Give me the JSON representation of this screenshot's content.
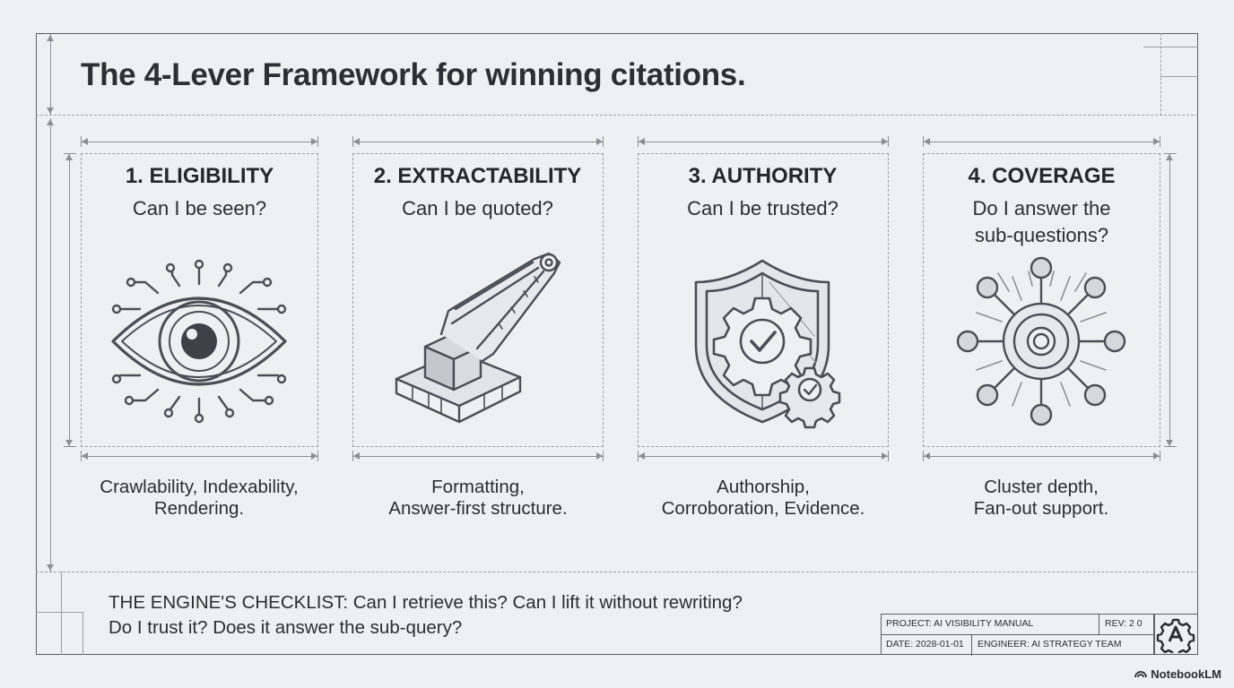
{
  "title": "The 4-Lever Framework for winning citations.",
  "levers": [
    {
      "number_title": "1. ELIGIBILITY",
      "question": "Can I be seen?",
      "desc_line1": "Crawlability, Indexability,",
      "desc_line2": "Rendering.",
      "icon": "eye-icon"
    },
    {
      "number_title": "2. EXTRACTABILITY",
      "question": "Can I be quoted?",
      "desc_line1": "Formatting,",
      "desc_line2": "Answer-first structure.",
      "icon": "extractor-arm-icon"
    },
    {
      "number_title": "3. AUTHORITY",
      "question": "Can I be trusted?",
      "desc_line1": "Authorship,",
      "desc_line2": "Corroboration, Evidence.",
      "icon": "shield-gear-icon"
    },
    {
      "number_title": "4. COVERAGE",
      "question_line1": "Do I answer the",
      "question_line2": "sub-questions?",
      "desc_line1": "Cluster depth,",
      "desc_line2": "Fan-out support.",
      "icon": "hub-network-icon"
    }
  ],
  "checklist": {
    "line1": "THE ENGINE'S CHECKLIST: Can I retrieve this? Can I lift it without rewriting?",
    "line2": "Do I trust it? Does it answer the sub-query?"
  },
  "title_block": {
    "project": "PROJECT: AI VISIBILITY MANUAL",
    "rev": "REV: 2 0",
    "date": "DATE: 2028-01-01",
    "engineer": "ENGINEER: AI STRATEGY TEAM"
  },
  "brand": "NotebookLM",
  "colors": {
    "ink": "#2b2e33",
    "line": "#8b9098",
    "background": "#eff0f1"
  }
}
